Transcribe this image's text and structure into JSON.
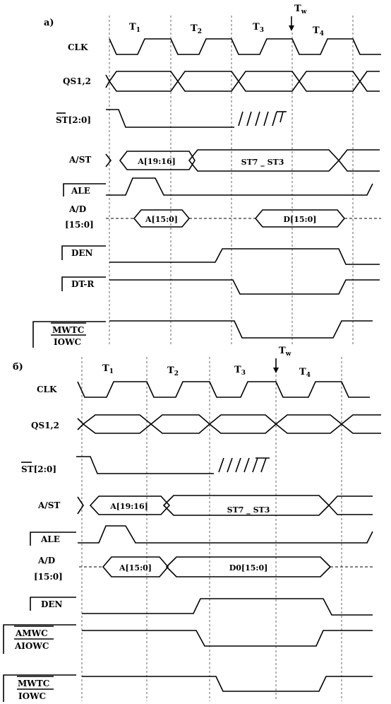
{
  "diagram_a": {
    "part_label": "a)",
    "states": [
      "T1",
      "T2",
      "T3",
      "Tw",
      "T4"
    ],
    "signals": {
      "clk": "CLK",
      "qs": "QS1,2",
      "st": "ST[2:0]",
      "ast": "A/ST",
      "ale": "ALE",
      "ad_1": "A/D",
      "ad_2": "[15:0]",
      "den": "DEN",
      "dtr": "DT-R",
      "mwtc": "MWTC",
      "iowc": "IOWC"
    },
    "bus_values": {
      "ast_addr": "A[19:16]",
      "ast_status": "ST7 _ ST3",
      "ad_addr": "A[15:0]",
      "ad_data": "D[15:0]"
    }
  },
  "diagram_b": {
    "part_label": "б)",
    "states": [
      "T1",
      "T2",
      "T3",
      "Tw",
      "T4"
    ],
    "signals": {
      "clk": "CLK",
      "qs": "QS1,2",
      "st": "ST[2:0]",
      "ast": "A/ST",
      "ale": "ALE",
      "ad_1": "A/D",
      "ad_2": "[15:0]",
      "den": "DEN",
      "amwc": "AMWC",
      "aiowc": "AIOWC",
      "mwtc": "MWTC",
      "iowc": "IOWC"
    },
    "bus_values": {
      "ast_addr": "A[19:16]",
      "ast_status": "ST7 _ ST3",
      "ad_addr": "A[15:0]",
      "ad_data": "D0[15:0]"
    }
  }
}
